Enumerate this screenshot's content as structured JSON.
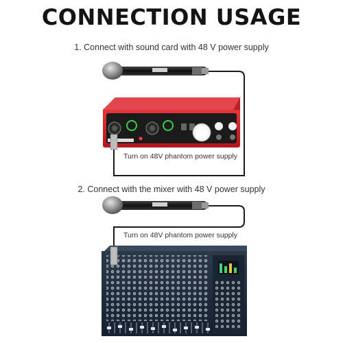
{
  "title": "CONNECTION USAGE",
  "steps": [
    {
      "label": "1. Connect with sound card with 48 V power supply",
      "note": "Turn on 48V phantom power supply"
    },
    {
      "label": "2. Connect with the mixer with 48 V power supply",
      "note": "Turn on 48V phantom power supply"
    }
  ],
  "colors": {
    "sound_card": "#d8232a",
    "mixer": "#1f2c3d",
    "cable": "#1a1a1a",
    "text": "#333333"
  }
}
